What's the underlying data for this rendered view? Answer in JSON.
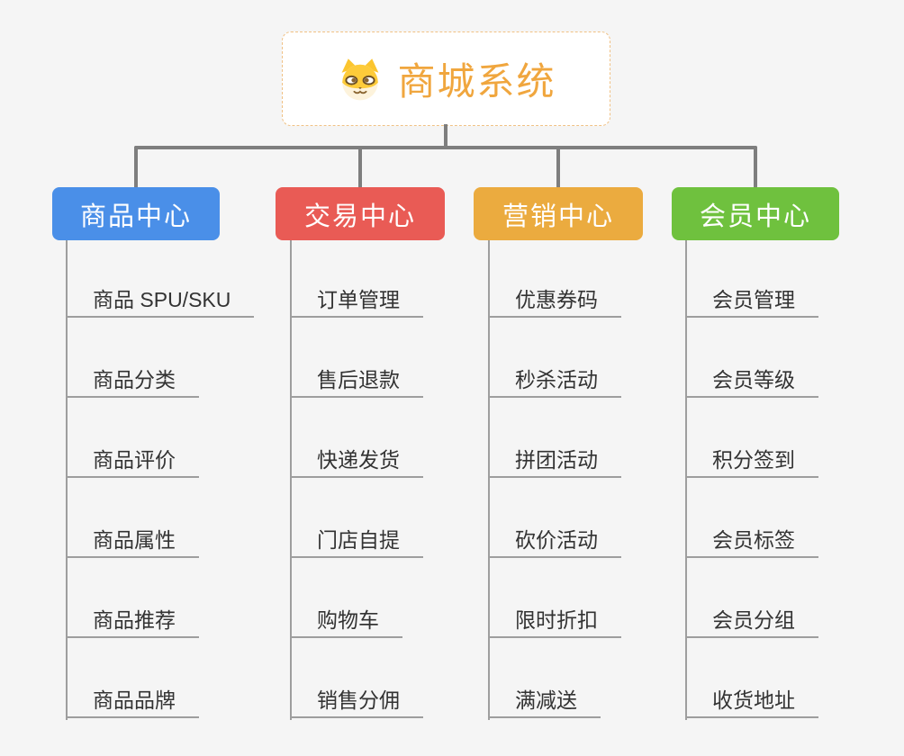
{
  "root": {
    "title": "商城系统",
    "icon": "shiba-dog-icon"
  },
  "branches": [
    {
      "label": "商品中心",
      "color": "#4A8FE8",
      "items": [
        "商品 SPU/SKU",
        "商品分类",
        "商品评价",
        "商品属性",
        "商品推荐",
        "商品品牌"
      ]
    },
    {
      "label": "交易中心",
      "color": "#E95B55",
      "items": [
        "订单管理",
        "售后退款",
        "快递发货",
        "门店自提",
        "购物车",
        "销售分佣"
      ]
    },
    {
      "label": "营销中心",
      "color": "#EBAB3F",
      "items": [
        "优惠券码",
        "秒杀活动",
        "拼团活动",
        "砍价活动",
        "限时折扣",
        "满减送"
      ]
    },
    {
      "label": "会员中心",
      "color": "#6FC13E",
      "items": [
        "会员管理",
        "会员等级",
        "积分签到",
        "会员标签",
        "会员分组",
        "收货地址"
      ]
    }
  ],
  "colors": {
    "background": "#F5F5F5",
    "root_title_text": "#F0A63E",
    "root_border": "#F0C184",
    "connector_dark": "#7E7E7E",
    "line_gray": "#9E9E9E",
    "item_text": "#333333"
  }
}
